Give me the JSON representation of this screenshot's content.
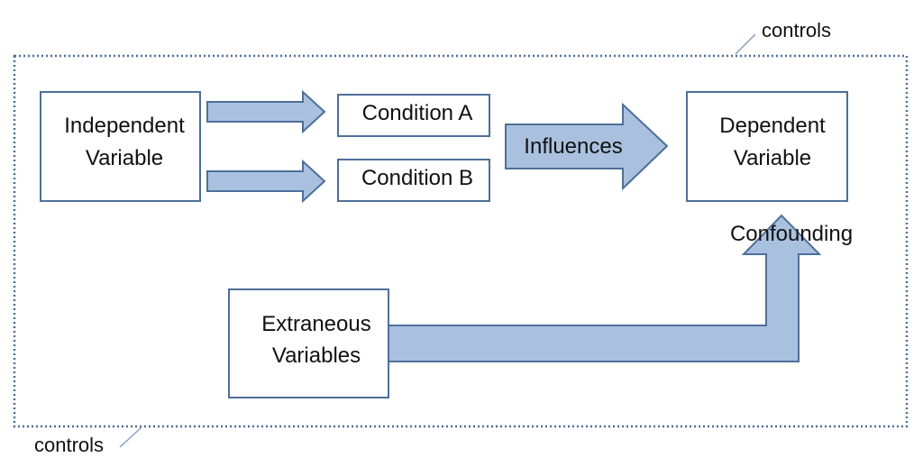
{
  "nodes": {
    "independent_variable": [
      "Independent",
      "Variable"
    ],
    "condition_a": "Condition A",
    "condition_b": "Condition B",
    "dependent_variable": [
      "Dependent",
      "Variable"
    ],
    "extraneous_variables": [
      "Extraneous",
      "Variables"
    ]
  },
  "arrows": {
    "influences": "Influences",
    "confounding": "Confounding"
  },
  "annotations": {
    "controls_top": "controls",
    "controls_bottom": "controls"
  },
  "colors": {
    "arrow_fill": "#a9c1df",
    "arrow_stroke": "#4e6f99",
    "box_stroke": "#4e6f99",
    "controls_border": "#4e6f99"
  }
}
